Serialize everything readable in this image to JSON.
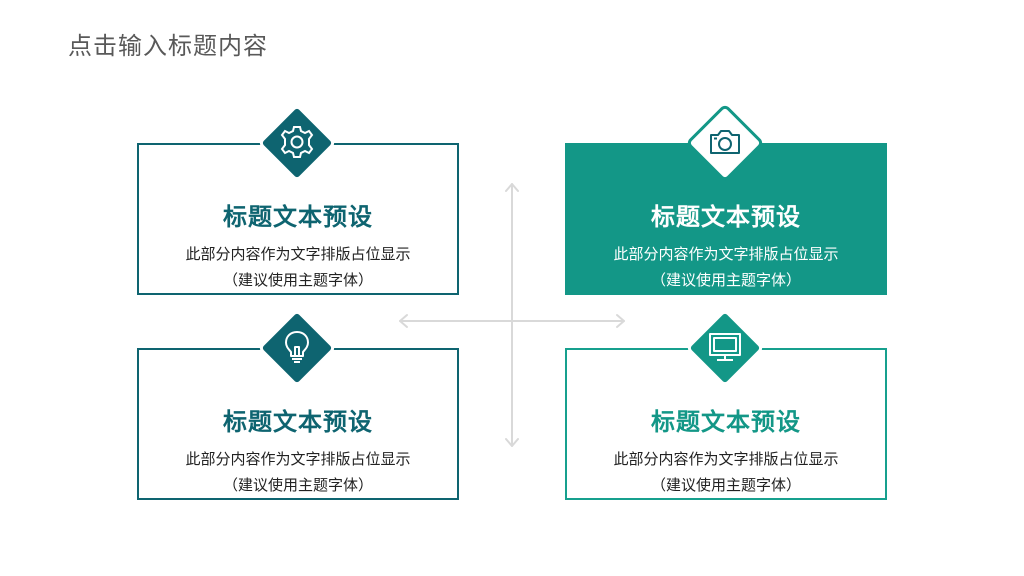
{
  "page": {
    "title": "点击输入标题内容"
  },
  "cards": [
    {
      "title": "标题文本预设",
      "desc_line1": "此部分内容作为文字排版占位显示",
      "desc_line2": "（建议使用主题字体）",
      "icon": "gear-icon"
    },
    {
      "title": "标题文本预设",
      "desc_line1": "此部分内容作为文字排版占位显示",
      "desc_line2": "（建议使用主题字体）",
      "icon": "camera-icon"
    },
    {
      "title": "标题文本预设",
      "desc_line1": "此部分内容作为文字排版占位显示",
      "desc_line2": "（建议使用主题字体）",
      "icon": "lightbulb-icon"
    },
    {
      "title": "标题文本预设",
      "desc_line1": "此部分内容作为文字排版占位显示",
      "desc_line2": "（建议使用主题字体）",
      "icon": "monitor-icon"
    }
  ],
  "colors": {
    "dark_teal": "#0e6470",
    "teal": "#139787",
    "light_teal": "#17a08e",
    "axis_gray": "#d9d9d9"
  }
}
